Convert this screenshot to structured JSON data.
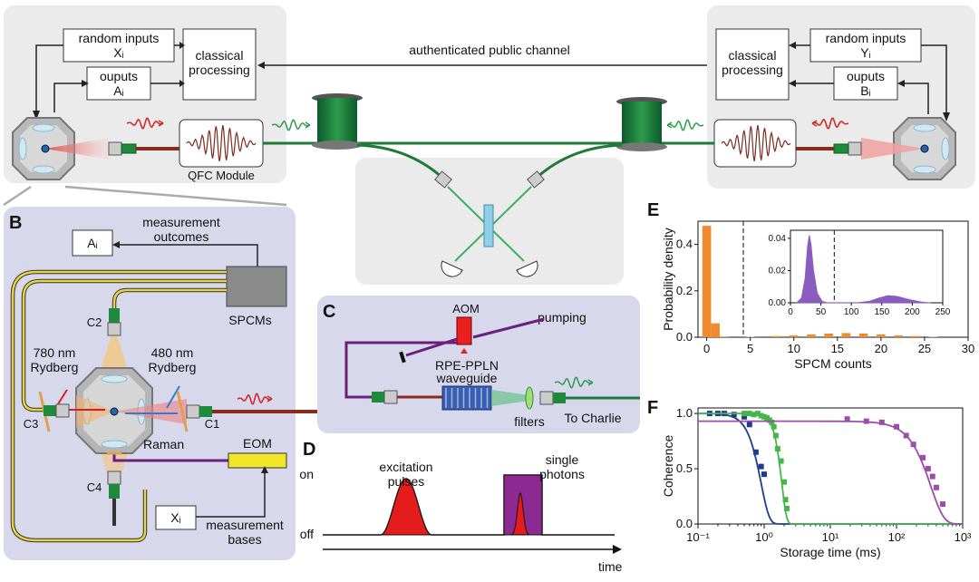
{
  "top": {
    "left_inputs": "random inputs",
    "left_input_sym": "Xᵢ",
    "left_outputs": "ouputs",
    "left_output_sym": "Aᵢ",
    "left_processing_1": "classical",
    "left_processing_2": "processing",
    "channel": "authenticated public channel",
    "right_inputs": "random inputs",
    "right_input_sym": "Yᵢ",
    "right_outputs": "ouputs",
    "right_output_sym": "Bᵢ",
    "right_processing_1": "classical",
    "right_processing_2": "processing",
    "qfc": "QFC Module"
  },
  "panel_b": {
    "letter": "B",
    "ai": "Aᵢ",
    "meas_out_1": "measurement",
    "meas_out_2": "outcomes",
    "spcms": "SPCMs",
    "c1": "C1",
    "c2": "C2",
    "c3": "C3",
    "c4": "C4",
    "r780_1": "780 nm",
    "r780_2": "Rydberg",
    "r480_1": "480 nm",
    "r480_2": "Rydberg",
    "raman": "Raman",
    "eom": "EOM",
    "xi": "Xᵢ",
    "meas_bases_1": "measurement",
    "meas_bases_2": "bases"
  },
  "panel_c": {
    "letter": "C",
    "aom": "AOM",
    "pumping": "pumping",
    "wg_1": "RPE-PPLN",
    "wg_2": "waveguide",
    "filters": "filters",
    "charlie": "To Charlie"
  },
  "panel_d": {
    "letter": "D",
    "on": "on",
    "off": "off",
    "time": "time",
    "exc_1": "excitation",
    "exc_2": "pulses",
    "sp_1": "single",
    "sp_2": "photons"
  },
  "chart_data": [
    {
      "panel": "E",
      "type": "bar",
      "xlabel": "SPCM counts",
      "ylabel": "Probability density",
      "xlim": [
        -1,
        30
      ],
      "ylim": [
        0,
        0.5
      ],
      "xticks": [
        "0",
        "5",
        "10",
        "15",
        "20",
        "25",
        "30"
      ],
      "yticks": [
        "0.0",
        "0.2",
        "0.4"
      ],
      "threshold": 4.2,
      "bars": [
        {
          "x": 0,
          "y": 0.48
        },
        {
          "x": 1,
          "y": 0.06
        },
        {
          "x": 2,
          "y": 0.003
        },
        {
          "x": 5,
          "y": 0.002
        },
        {
          "x": 8,
          "y": 0.005
        },
        {
          "x": 10,
          "y": 0.008
        },
        {
          "x": 12,
          "y": 0.012
        },
        {
          "x": 14,
          "y": 0.016
        },
        {
          "x": 16,
          "y": 0.018
        },
        {
          "x": 18,
          "y": 0.016
        },
        {
          "x": 20,
          "y": 0.012
        },
        {
          "x": 22,
          "y": 0.008
        },
        {
          "x": 24,
          "y": 0.005
        },
        {
          "x": 26,
          "y": 0.002
        }
      ],
      "color": "#f08a30",
      "inset": {
        "type": "area",
        "xlim": [
          0,
          250
        ],
        "ylim": [
          0,
          0.045
        ],
        "xticks": [
          "0",
          "50",
          "100",
          "150",
          "200",
          "250"
        ],
        "yticks": [
          "0.00",
          "0.02",
          "0.04"
        ],
        "threshold": 72,
        "color": "#8a5cc0",
        "points": [
          [
            10,
            0
          ],
          [
            18,
            0.003
          ],
          [
            24,
            0.015
          ],
          [
            28,
            0.035
          ],
          [
            31,
            0.042
          ],
          [
            34,
            0.036
          ],
          [
            38,
            0.02
          ],
          [
            44,
            0.006
          ],
          [
            52,
            0.001
          ],
          [
            60,
            0
          ],
          [
            110,
            0
          ],
          [
            130,
            0.001
          ],
          [
            145,
            0.003
          ],
          [
            160,
            0.0045
          ],
          [
            175,
            0.004
          ],
          [
            195,
            0.002
          ],
          [
            215,
            0.0005
          ],
          [
            230,
            0
          ]
        ]
      }
    },
    {
      "panel": "F",
      "type": "scatter",
      "xlabel": "Storage time (ms)",
      "ylabel": "Coherence",
      "xscale": "log",
      "xlim": [
        0.1,
        1000
      ],
      "ylim": [
        0,
        1.05
      ],
      "xticks": [
        "10⁻¹",
        "10⁰",
        "10¹",
        "10²",
        "10³"
      ],
      "yticks": [
        "0.0",
        "0.5",
        "1.0"
      ],
      "series": [
        {
          "color": "#1f3d8c",
          "tau": 0.9,
          "n": 3.5,
          "amp": 1.0,
          "points": [
            [
              0.15,
              1.0
            ],
            [
              0.2,
              1.0
            ],
            [
              0.25,
              1.0
            ],
            [
              0.35,
              0.99
            ],
            [
              0.5,
              0.97
            ],
            [
              0.6,
              0.9
            ],
            [
              0.75,
              0.65
            ],
            [
              0.9,
              0.52
            ],
            [
              1.0,
              0.45
            ]
          ]
        },
        {
          "color": "#45b649",
          "tau": 1.85,
          "n": 6,
          "amp": 1.0,
          "points": [
            [
              0.5,
              1.0
            ],
            [
              0.6,
              1.0
            ],
            [
              0.7,
              0.99
            ],
            [
              0.8,
              1.0
            ],
            [
              0.9,
              0.98
            ],
            [
              1.0,
              0.97
            ],
            [
              1.1,
              0.96
            ],
            [
              1.2,
              0.94
            ],
            [
              1.3,
              0.92
            ],
            [
              1.4,
              0.88
            ],
            [
              1.5,
              0.8
            ],
            [
              1.6,
              0.68
            ],
            [
              1.8,
              0.57
            ],
            [
              2.0,
              0.38
            ],
            [
              2.1,
              0.22
            ],
            [
              2.2,
              0.14
            ]
          ]
        },
        {
          "color": "#9b4ea8",
          "tau": 330,
          "n": 2.2,
          "amp": 0.93,
          "points": [
            [
              18,
              0.95
            ],
            [
              35,
              0.93
            ],
            [
              60,
              0.92
            ],
            [
              100,
              0.88
            ],
            [
              140,
              0.8
            ],
            [
              180,
              0.72
            ],
            [
              250,
              0.6
            ],
            [
              300,
              0.5
            ],
            [
              350,
              0.43
            ],
            [
              400,
              0.33
            ],
            [
              500,
              0.18
            ]
          ]
        }
      ]
    }
  ]
}
